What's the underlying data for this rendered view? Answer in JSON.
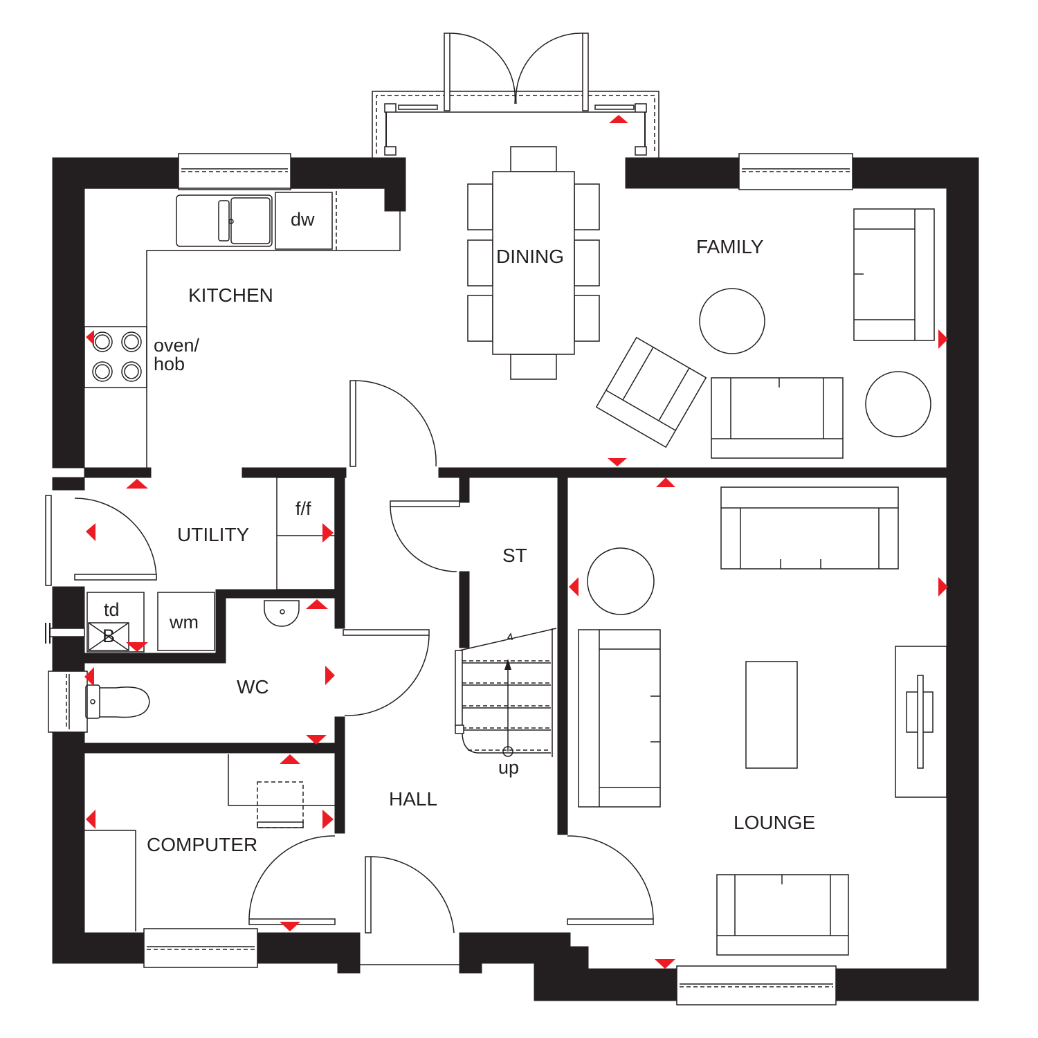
{
  "floorplan": {
    "colors": {
      "wall": "#231f20",
      "background": "#ffffff",
      "marker": "#ed1c24"
    },
    "rooms": {
      "kitchen": "KITCHEN",
      "dining": "DINING",
      "family": "FAMILY",
      "utility": "UTILITY",
      "st": "ST",
      "wc": "WC",
      "hall": "HALL",
      "computer": "COMPUTER",
      "lounge": "LOUNGE"
    },
    "fixtures": {
      "dishwasher": "dw",
      "oven_line1": "oven/",
      "oven_line2": "hob",
      "fridge_freezer": "f/f",
      "tumble_dryer": "td",
      "boiler": "B",
      "washing_machine": "wm",
      "stairs_direction": "up"
    }
  }
}
